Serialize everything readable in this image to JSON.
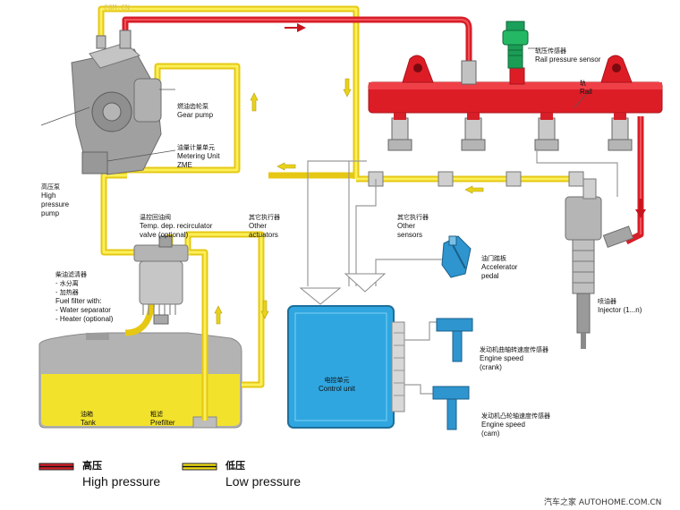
{
  "watermark_top": "COM.CN",
  "watermark_bottom": "汽车之家  AUTOHOME.COM.CN",
  "colors": {
    "high_pressure": "#e0262f",
    "low_pressure": "#f4e018",
    "ecu": "#2fa6e0",
    "pump": "#9a9a9a",
    "fuel": "#f2e22c",
    "tank": "#a8a8a8"
  },
  "labels": {
    "rail_sensor": {
      "cn": "轨压传感器",
      "en": "Rail pressure sensor"
    },
    "rail": {
      "cn": "轨",
      "en": "Rail"
    },
    "gear_pump": {
      "cn": "燃油齿轮泵",
      "en": "Gear pump"
    },
    "metering_unit": {
      "cn": "油量计量单元",
      "en": "Metering Unit\nZME"
    },
    "high_pressure_pump": {
      "cn": "高压泵",
      "en": "High\npressure\npump"
    },
    "temp_valve": {
      "cn": "温控回油阀",
      "en": "Temp. dep. recirculator\nvalve (optional)"
    },
    "other_actuators": {
      "cn": "其它执行器",
      "en": "Other\nactuators"
    },
    "other_sensors": {
      "cn": "其它执行器",
      "en": "Other\nsensors"
    },
    "accelerator": {
      "cn": "油门踏板",
      "en": "Accelerator\npedal"
    },
    "injector": {
      "cn": "喷油器",
      "en": "Injector (1...n)"
    },
    "fuel_filter": {
      "cn": "柴油滤清器\n- 水分离\n- 加热器",
      "en": "Fuel filter with:\n- Water separator\n- Heater (optional)"
    },
    "engine_speed_crank": {
      "cn": "发动机曲轴转速度传感器",
      "en": "Engine speed\n(crank)"
    },
    "engine_speed_cam": {
      "cn": "发动机凸轮轴速度传感器",
      "en": "Engine speed\n(cam)"
    },
    "control_unit": {
      "cn": "电控单元",
      "en": "Control unit"
    },
    "tank": {
      "cn": "油箱",
      "en": "Tank"
    },
    "prefilter": {
      "cn": "粗滤",
      "en": "Prefilter"
    }
  },
  "legend": {
    "high": {
      "cn": "高压",
      "en": "High pressure"
    },
    "low": {
      "cn": "低压",
      "en": "Low pressure"
    }
  }
}
